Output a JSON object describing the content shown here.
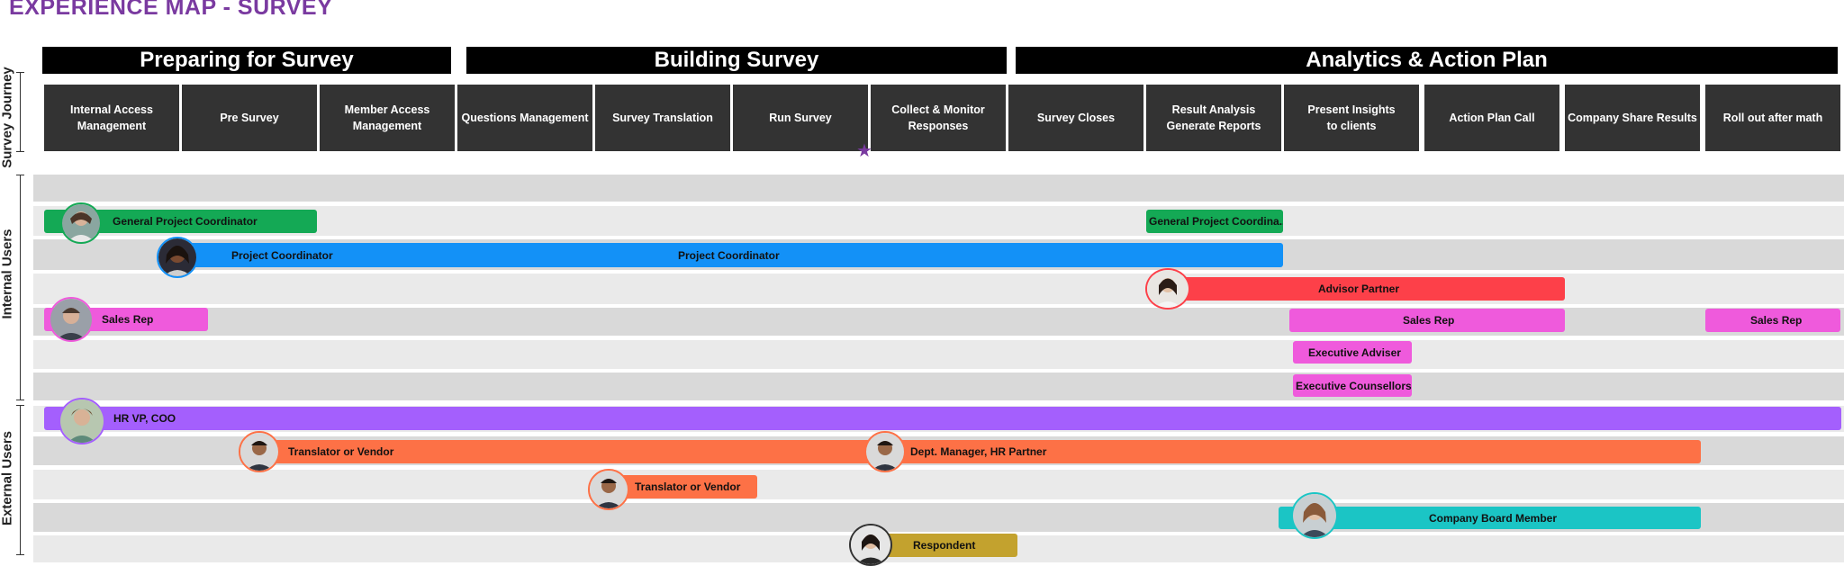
{
  "title": "EXPERIENCE MAP - SURVEY",
  "phases": [
    {
      "label": "Preparing for Survey"
    },
    {
      "label": "Building Survey"
    },
    {
      "label": "Analytics & Action Plan"
    }
  ],
  "steps": [
    {
      "label": "Internal Access\nManagement"
    },
    {
      "label": "Pre Survey"
    },
    {
      "label": "Member Access\nManagement"
    },
    {
      "label": "Questions Management"
    },
    {
      "label": "Survey Translation"
    },
    {
      "label": "Run Survey"
    },
    {
      "label": "Collect & Monitor\nResponses"
    },
    {
      "label": "Survey Closes"
    },
    {
      "label": "Result Analysis\nGenerate Reports"
    },
    {
      "label": "Present Insights\nto clients"
    },
    {
      "label": "Action Plan Call"
    },
    {
      "label": "Company Share Results"
    },
    {
      "label": "Roll out after math"
    }
  ],
  "sections": {
    "journey": "Survey Journey",
    "internal": "Internal Users",
    "external": "External Users"
  },
  "colors": {
    "green": "#14a955",
    "blue": "#1391f7",
    "red": "#fd4049",
    "pink": "#ef5adc",
    "purple": "#a45ffd",
    "orange": "#fd7146",
    "teal": "#1bc5c5",
    "gold": "#c3a22e",
    "accent": "#7a3aa0"
  },
  "bars": {
    "gpc1": "General Project Coordinator",
    "gpc2": "General Project Coordina...",
    "pc1": "Project Coordinator",
    "pc2": "Project Coordinator",
    "advisor": "Advisor Partner",
    "sales1": "Sales Rep",
    "sales2": "Sales Rep",
    "sales3": "Sales Rep",
    "execAdviser": "Executive Adviser",
    "execCounsellors": "Executive Counsellors",
    "hrvp": "HR VP, COO",
    "translator1": "Translator or Vendor",
    "deptManager": "Dept. Manager, HR Partner",
    "translator2": "Translator or Vendor",
    "board": "Company Board Member",
    "respondent": "Respondent"
  }
}
